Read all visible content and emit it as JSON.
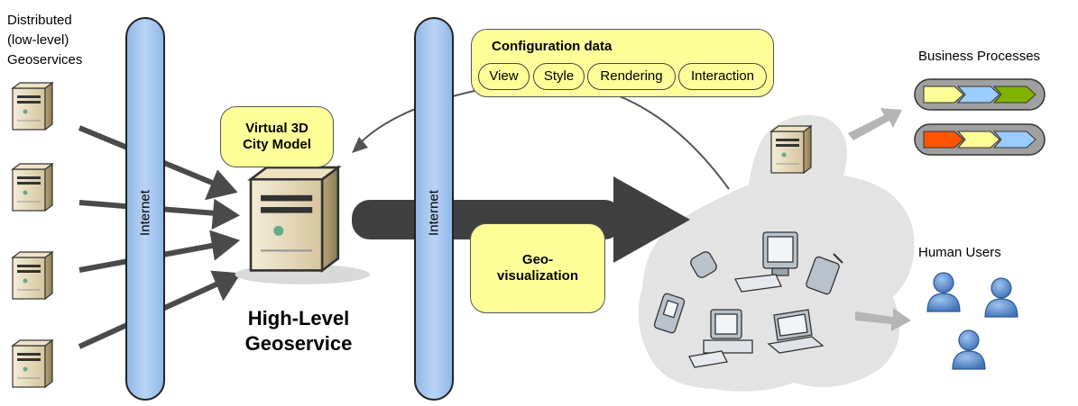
{
  "sources_label": [
    "Distributed",
    "(low-level)",
    "Geoservices"
  ],
  "internet_label": "Internet",
  "city_model_label": [
    "Virtual 3D",
    "City Model"
  ],
  "config": {
    "title": "Configuration data",
    "items": [
      "View",
      "Style",
      "Rendering",
      "Interaction"
    ]
  },
  "geoviz_label": [
    "Geo-",
    "visualization"
  ],
  "high_level_label": [
    "High-Level",
    "Geoservice"
  ],
  "business_label": "Business Processes",
  "users_label": "Human Users",
  "colors": {
    "pipe": "#a8c8f0",
    "note": "#ffff99",
    "arrow_dark": "#404040",
    "arrow_light": "#b5b5b5",
    "cloud": "#e3e3e3",
    "chevron_yellow": "#ffff99",
    "chevron_blue": "#99ccff",
    "chevron_green": "#80b000",
    "chevron_orange": "#ff5500",
    "user": "#5f92d0"
  }
}
